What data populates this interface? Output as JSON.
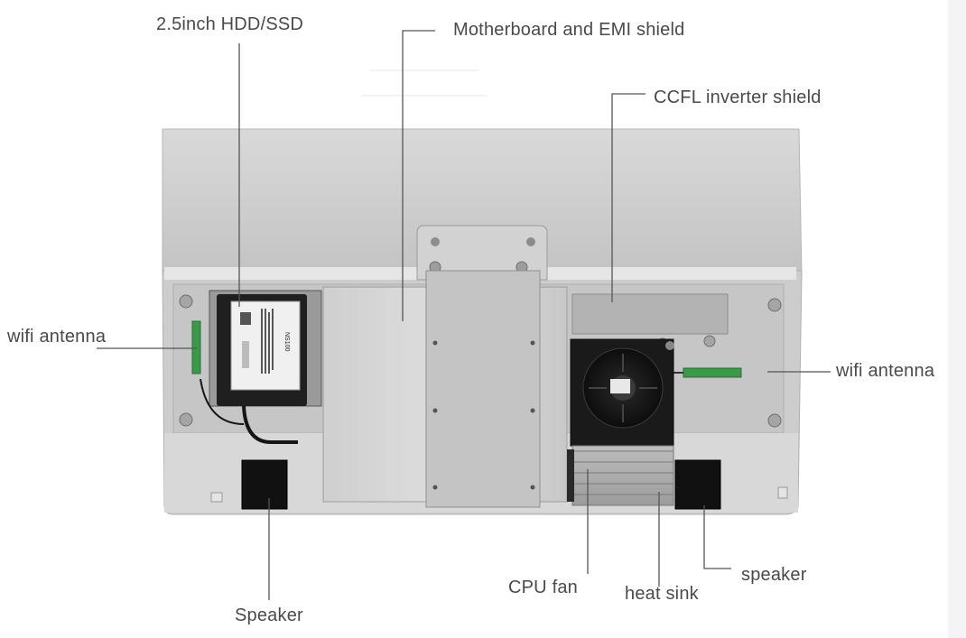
{
  "labels": {
    "hdd_ssd": "2.5inch HDD/SSD",
    "motherboard": "Motherboard and EMI shield",
    "ccfl": "CCFL inverter shield",
    "wifi_left": "wifi antenna",
    "wifi_right": "wifi antenna",
    "cpu_fan": "CPU fan",
    "heat_sink": "heat sink",
    "speaker_right": "speaker",
    "speaker_left": "Speaker"
  },
  "drive_label_text": "NS100",
  "colors": {
    "label_text": "#4a4a4a",
    "leader_line": "#555555",
    "chassis": "#c9c9c9",
    "shield": "#d4d4d4",
    "dark_part": "#1e1e1e",
    "antenna_green": "#3a9a4a"
  }
}
